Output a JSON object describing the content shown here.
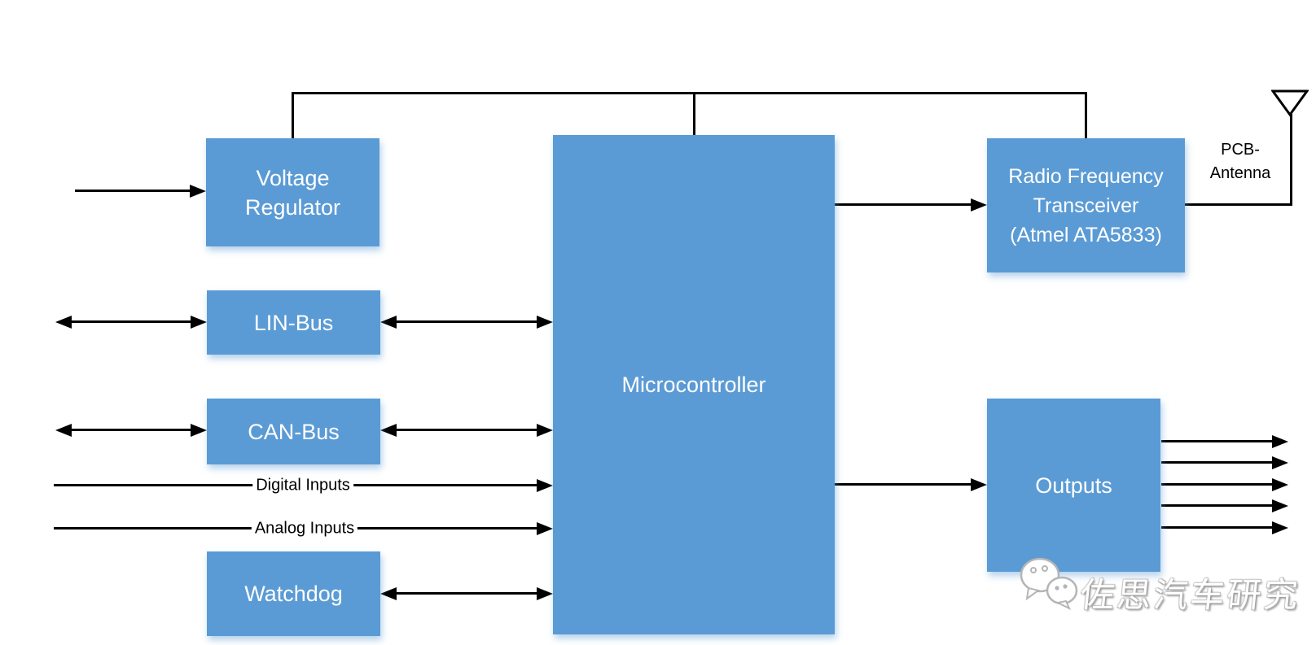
{
  "diagram": {
    "boxes": {
      "voltage_regulator": {
        "lines": [
          "Voltage",
          "Regulator"
        ]
      },
      "lin_bus": {
        "lines": [
          "LIN-Bus"
        ]
      },
      "can_bus": {
        "lines": [
          "CAN-Bus"
        ]
      },
      "watchdog": {
        "lines": [
          "Watchdog"
        ]
      },
      "microcontroller": {
        "lines": [
          "Microcontroller"
        ]
      },
      "rf_transceiver": {
        "lines": [
          "Radio Frequency",
          "Transceiver",
          "(Atmel ATA5833)"
        ]
      },
      "outputs": {
        "lines": [
          "Outputs"
        ]
      }
    },
    "line_labels": {
      "digital_inputs": "Digital Inputs",
      "analog_inputs": "Analog Inputs"
    },
    "antenna_label": {
      "lines": [
        "PCB-",
        "Antenna"
      ]
    },
    "colors": {
      "box_fill": "#5b9bd5",
      "box_text": "#ffffff",
      "connector": "#000000"
    },
    "watermark": {
      "text": "佐思汽车研究",
      "icon": "wechat-icon"
    }
  }
}
